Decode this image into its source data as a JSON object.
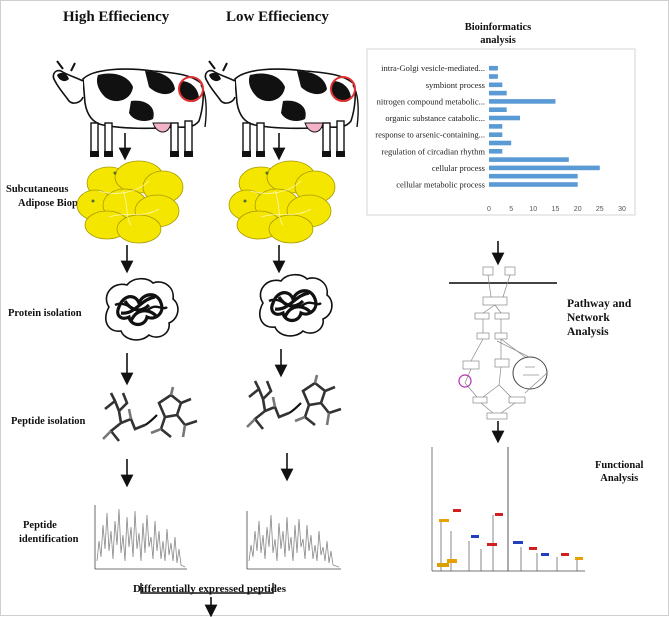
{
  "headings": {
    "high": "High Effieciency",
    "low": "Low Effieciency"
  },
  "steps": {
    "adipose_line1": "Subcutaneous",
    "adipose_line2": "Adipose Biopsy",
    "protein": "Protein isolation",
    "peptide": "Peptide isolation",
    "identification_line1": "Peptide",
    "identification_line2": "identification",
    "differential": "Differentially expressed  peptides"
  },
  "right": {
    "bioinformatics_line1": "Bioinformatics",
    "bioinformatics_line2": "analysis",
    "pathway_line1": "Pathway and",
    "pathway_line2": "Network",
    "pathway_line3": "Analysis",
    "functional_line1": "Functional",
    "functional_line2": "Analysis"
  },
  "colors": {
    "bar": "#5b9bd5",
    "cell": "#f5e600",
    "circle": "#e03030"
  },
  "chart_data": {
    "type": "bar",
    "orientation": "horizontal",
    "categories": [
      "intra-Golgi vesicle-mediated...",
      "",
      "symbiont process",
      "",
      "nitrogen compound metabolic...",
      "",
      "organic substance catabolic...",
      "",
      "response to arsenic-containing...",
      "",
      "regulation of circadian rhythm",
      "",
      "cellular process",
      "",
      "cellular metabolic process",
      ""
    ],
    "values": [
      2,
      2,
      3,
      4,
      15,
      4,
      7,
      3,
      3,
      5,
      3,
      18,
      25,
      20,
      20,
      0
    ],
    "xticks": [
      "0",
      "5",
      "10",
      "15",
      "20",
      "25",
      "30"
    ],
    "xlim": [
      0,
      30
    ]
  }
}
